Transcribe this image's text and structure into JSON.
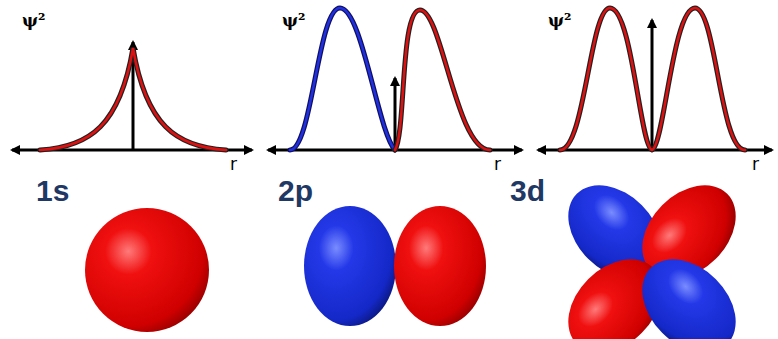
{
  "diagram": {
    "labels": [
      "ψ²",
      "r",
      "1s",
      "ψ²",
      "r",
      "2p",
      "ψ²",
      "r",
      "3d"
    ]
  }
}
